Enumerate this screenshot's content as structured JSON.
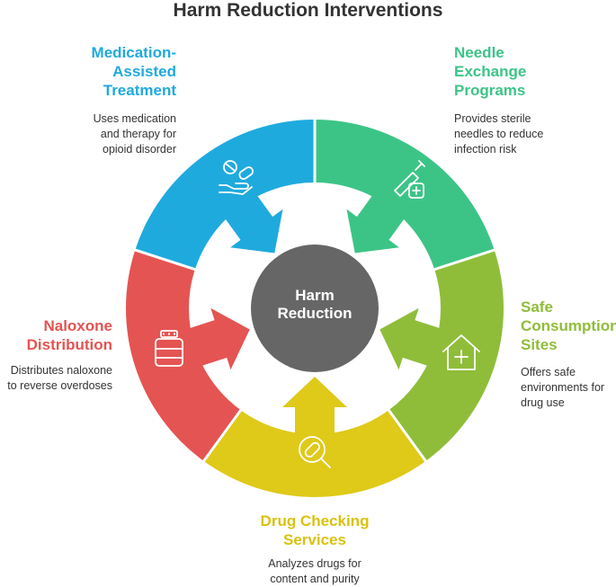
{
  "title": "Harm Reduction Interventions",
  "center": {
    "line1": "Harm",
    "line2": "Reduction",
    "color": "#666666"
  },
  "segments": [
    {
      "id": "medication-assisted-treatment",
      "color": "#1faadd",
      "label_lines": [
        "Medication-",
        "Assisted",
        "Treatment"
      ],
      "desc_lines": [
        "Uses medication",
        "and therapy for",
        "opioid disorder"
      ],
      "icon": "pills-hand-icon"
    },
    {
      "id": "needle-exchange-programs",
      "color": "#3cc487",
      "label_lines": [
        "Needle",
        "Exchange",
        "Programs"
      ],
      "desc_lines": [
        "Provides sterile",
        "needles to reduce",
        "infection risk"
      ],
      "icon": "syringe-plus-icon"
    },
    {
      "id": "safe-consumption-sites",
      "color": "#8fbd3a",
      "label_lines": [
        "Safe",
        "Consumption",
        "Sites"
      ],
      "desc_lines": [
        "Offers safe",
        "environments for",
        "drug use"
      ],
      "icon": "house-cross-icon"
    },
    {
      "id": "drug-checking-services",
      "color": "#dfc919",
      "label_lines": [
        "Drug Checking",
        "Services"
      ],
      "desc_lines": [
        "Analyzes drugs for",
        "content and purity"
      ],
      "icon": "pill-magnifier-icon"
    },
    {
      "id": "naloxone-distribution",
      "color": "#e45452",
      "label_lines": [
        "Naloxone",
        "Distribution"
      ],
      "desc_lines": [
        "Distributes naloxone",
        "to reverse overdoses"
      ],
      "icon": "medicine-bottle-icon"
    }
  ]
}
